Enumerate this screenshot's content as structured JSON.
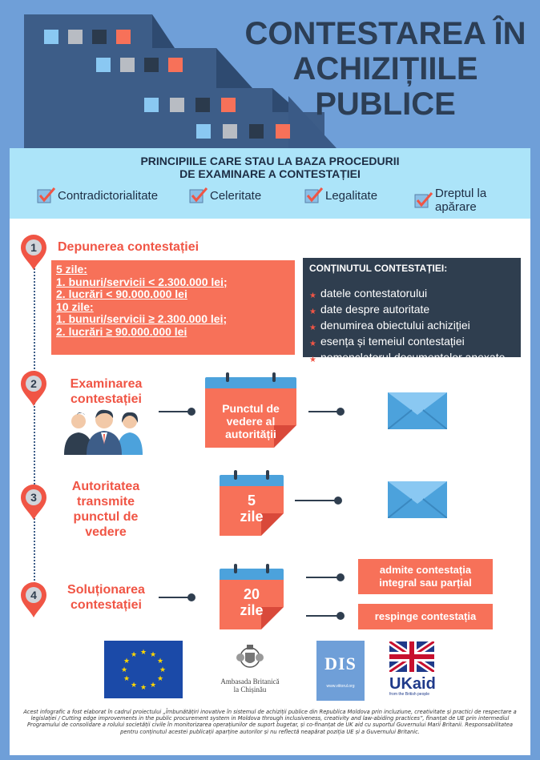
{
  "header": {
    "title_line1": "CONTESTAREA ÎN",
    "title_line2": "ACHIZIȚIILE",
    "title_line3": "PUBLICE"
  },
  "principles": {
    "title_line1": "PRINCIPIILE CARE STAU LA BAZA PROCEDURII",
    "title_line2": "DE EXAMINARE A CONTESTAȚIEI",
    "items": [
      "Contradictorialitate",
      "Celeritate",
      "Legalitate",
      "Dreptul la apărare"
    ]
  },
  "steps": {
    "s1": {
      "num": "1",
      "title": "Depunerea contestației",
      "terms": [
        "5 zile:",
        "1. bunuri/servicii < 2.300.000 lei;",
        "2. lucrări < 90.000.000 lei",
        "10 zile:",
        "1. bunuri/servicii ≥ 2.300.000 lei;",
        "2. lucrări ≥ 90.000.000 lei"
      ],
      "content_title": "CONȚINUTUL CONTESTAȚIEI:",
      "content_items": [
        "datele contestatorului",
        "date despre autoritate",
        "denumirea obiectului achiziției",
        "esența și temeiul contestației",
        "nomenclatorul documentelor anexate"
      ]
    },
    "s2": {
      "num": "2",
      "title_line1": "Examinarea",
      "title_line2": "contestației",
      "cal_line1": "Punctul de",
      "cal_line2": "vedere al",
      "cal_line3": "autorității"
    },
    "s3": {
      "num": "3",
      "title_line1": "Autoritatea",
      "title_line2": "transmite",
      "title_line3": "punctul de",
      "title_line4": "vedere",
      "cal_line1": "5",
      "cal_line2": "zile"
    },
    "s4": {
      "num": "4",
      "title_line1": "Soluționarea",
      "title_line2": "contestației",
      "cal_line1": "20",
      "cal_line2": "zile",
      "result1_line1": "admite contestația",
      "result1_line2": "integral sau parțial",
      "result2": "respinge contestația"
    }
  },
  "logos": {
    "embassy_line1": "Ambasada Britanică",
    "embassy_line2": "la Chișinău",
    "dis_mark": "DIS",
    "dis_url": "www.viitorul.org",
    "ukaid_mark": "UKaid",
    "ukaid_sub": "from the British people"
  },
  "footer": {
    "text": "Acest infografic a fost elaborat în cadrul proiectului „Îmbunătățiri inovative în sistemul de achiziții publice din Republica Moldova prin incluziune, creativitate și practici de respectare a legislației / Cutting edge improvements in the public procurement system in Moldova through inclusiveness, creativity and law-abiding practices”, finanțat de UE prin intermediul Programului de consolidare a rolului societății civile în monitorizarea operațiunilor de suport bugetar, și co-finanțat de UK aid cu suportul Guvernului Marii Britanii. Responsabilitatea pentru conținutul acestei publicații aparține autorilor și nu reflectă neapărat poziția UE și a Guvernului Britanic."
  },
  "colors": {
    "background": "#6f9fd8",
    "accent": "#f77159",
    "dark": "#2f3e4f",
    "light_blue": "#ace4f9",
    "calendar_head": "#4ca2dc"
  }
}
